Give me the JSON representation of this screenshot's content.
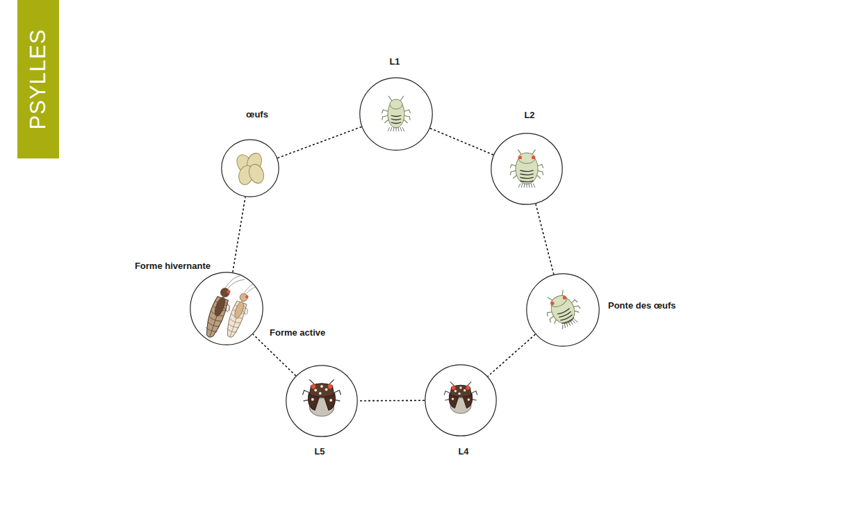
{
  "diagram": {
    "title": "PSYLLES",
    "nodes": [
      {
        "text": [
          "œufs"
        ]
      },
      {
        "text": [
          "L1"
        ]
      },
      {
        "text": [
          "L2"
        ]
      },
      {
        "text": [
          "Ponte des œufs"
        ]
      },
      {
        "text": [
          "L4"
        ]
      },
      {
        "text": [
          "L5"
        ]
      },
      {
        "text": [
          "Forme hivernante",
          "Forme active"
        ]
      }
    ],
    "edges": [
      {
        "from": 0,
        "to": 1,
        "arrow": "none"
      },
      {
        "from": 1,
        "to": 2,
        "arrow": "none"
      },
      {
        "from": 2,
        "to": 3,
        "arrow": "none"
      },
      {
        "from": 3,
        "to": 4,
        "arrow": "none"
      },
      {
        "from": 4,
        "to": 5,
        "arrow": "none"
      },
      {
        "from": 5,
        "to": 6,
        "arrow": "none"
      },
      {
        "from": 6,
        "to": 0,
        "arrow": "none"
      }
    ]
  }
}
